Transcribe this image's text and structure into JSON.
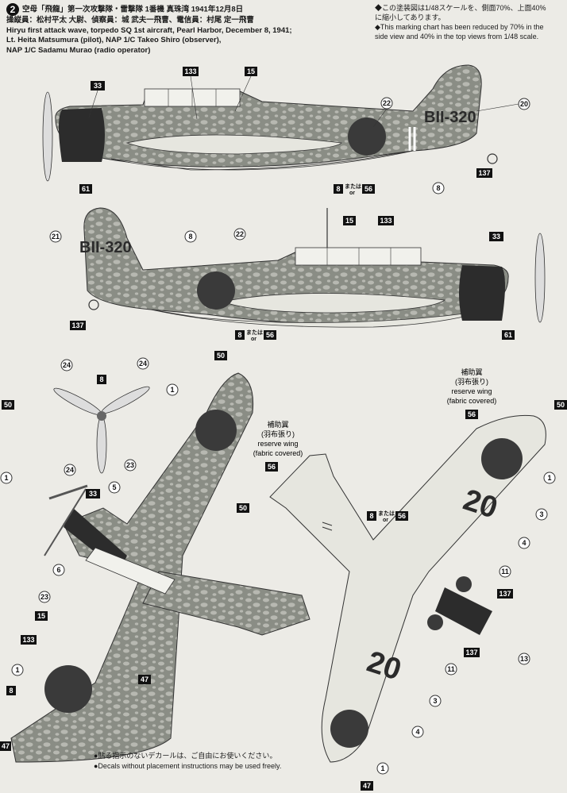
{
  "header": {
    "badge": "2",
    "line_ja_1": "空母「飛龍」第一次攻撃隊・雷撃隊 1番機 真珠湾 1941年12月8日",
    "line_ja_2": "操縦員：松村平太 大尉、偵察員：城 武夫一飛曹、電信員：村尾 定一飛曹",
    "line_en_1": "Hiryu first attack wave, torpedo SQ 1st aircraft, Pearl Harbor, December 8, 1941;",
    "line_en_2": "Lt. Heita Matsumura (pilot), NAP 1/C Takeo Shiro (observer),",
    "line_en_3": "NAP 1/C Sadamu Murao (radio operator)"
  },
  "scale_note": {
    "ja_1": "◆この塗装図は1/48スケールを、側面70%、上面40%",
    "ja_2": "に縮小してあります。",
    "en_1": "◆This marking chart has been reduced by 70% in the",
    "en_2": "side view and 40% in the top views from 1/48 scale."
  },
  "tail_code": "BII-320",
  "wing_number": "20",
  "callouts": {
    "c1": "1",
    "c3": "3",
    "c4": "4",
    "c5": "5",
    "c6": "6",
    "c8": "8",
    "c11": "11",
    "c13": "13",
    "c15": "15",
    "c20": "20",
    "c21": "21",
    "c22": "22",
    "c23": "23",
    "c24": "24",
    "c33": "33",
    "c47": "47",
    "c50": "50",
    "c56": "56",
    "c61": "61",
    "c133": "133",
    "c137": "137"
  },
  "or_text": {
    "ja": "または",
    "en": "or"
  },
  "reserve_wing": {
    "ja_1": "補助翼",
    "ja_2": "(羽布張り)",
    "en_1": "reserve wing",
    "en_2": "(fabric covered)"
  },
  "footer": {
    "ja": "●貼る指示のないデカールは、ご自由にお使いください。",
    "en": "●Decals without placement instructions may be used freely."
  },
  "colors": {
    "camo_base": "#8a8d85",
    "camo_spot": "#b7b8b1",
    "cowl": "#2c2c2c",
    "hinomaru": "#3a3a3a",
    "underside": "#e6e6df",
    "line": "#333333"
  }
}
